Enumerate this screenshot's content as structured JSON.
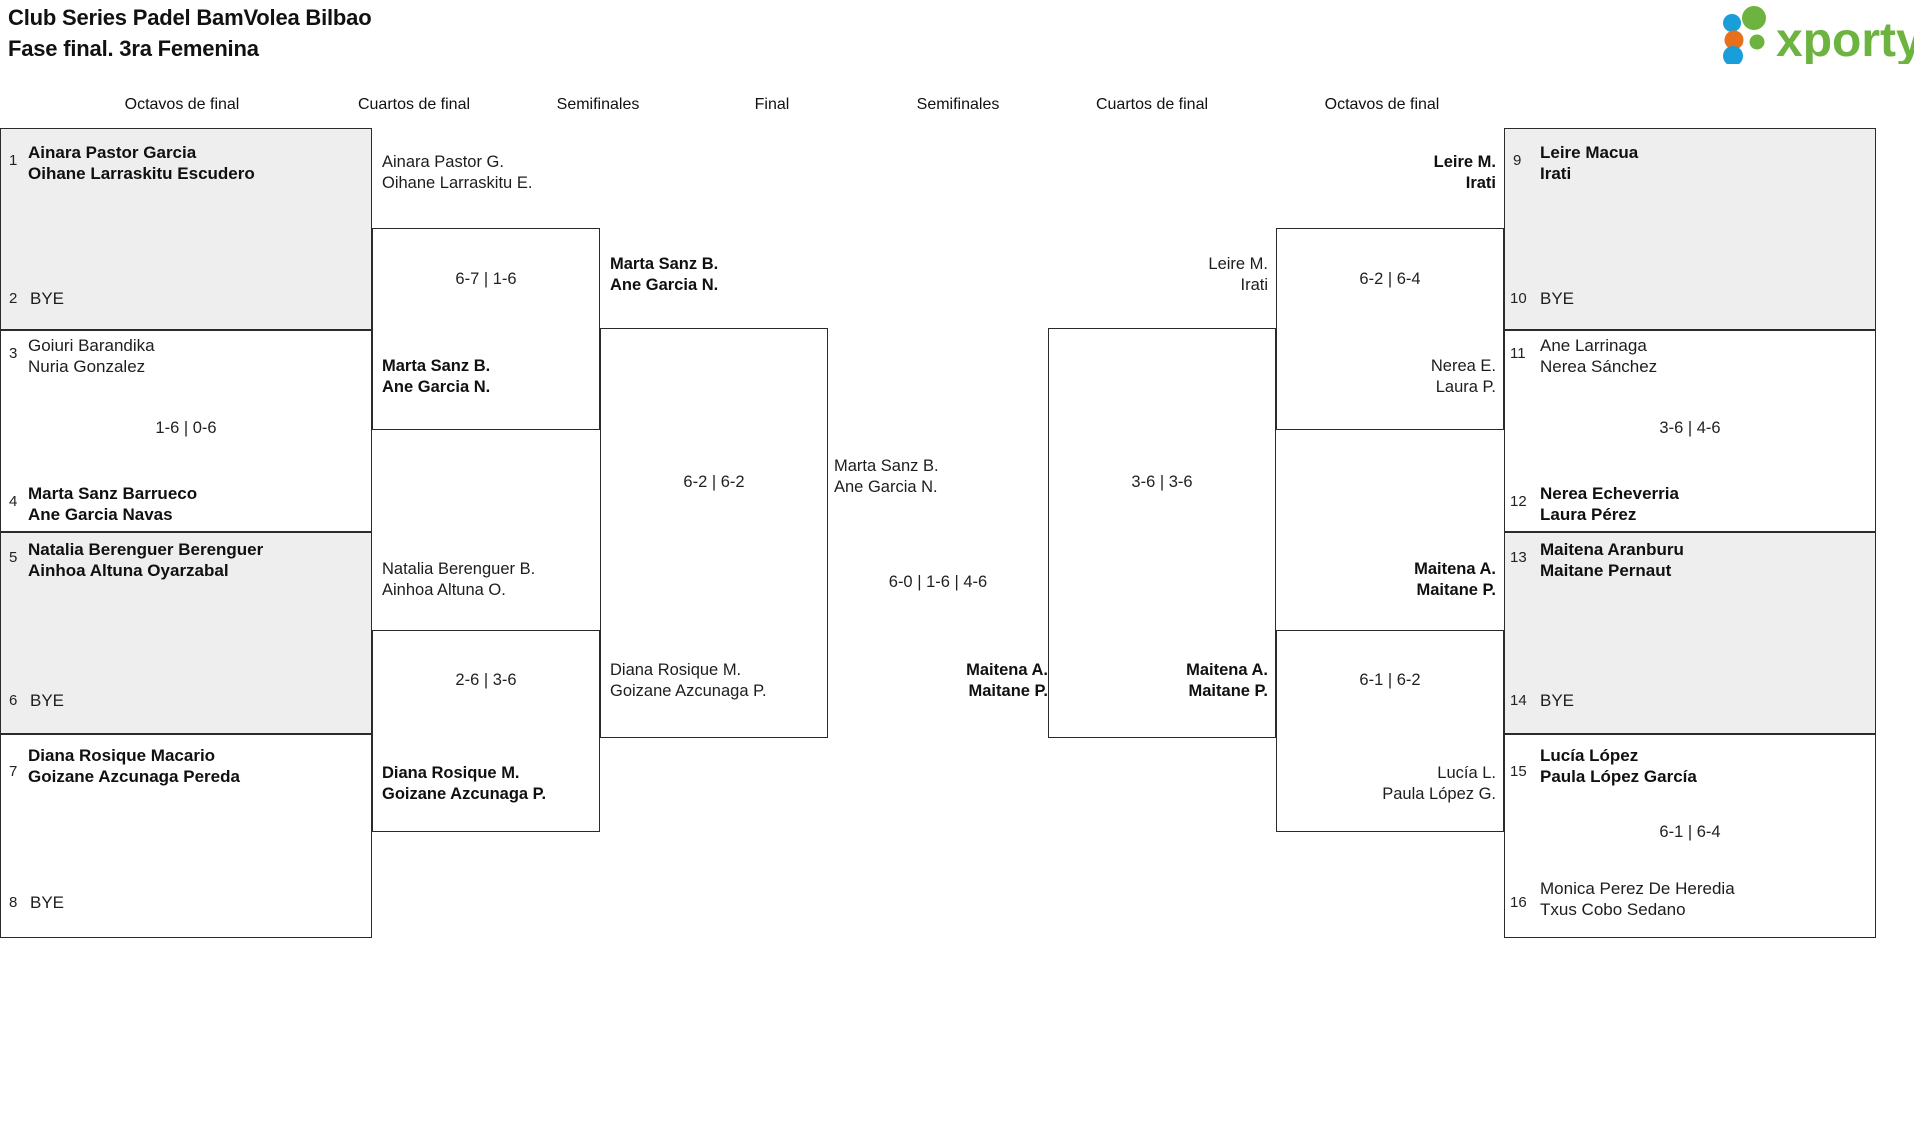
{
  "header": {
    "title": "Club Series Padel BamVolea Bilbao",
    "subtitle": "Fase final. 3ra Femenina",
    "logo_text": "xporty",
    "logo_colors": {
      "green": "#6cb33f",
      "orange": "#e8701a",
      "blue": "#1a9ed9"
    }
  },
  "round_headers": {
    "l1": "Octavos de final",
    "l2": "Cuartos de final",
    "l3": "Semifinales",
    "center": "Final",
    "r3": "Semifinales",
    "r2": "Cuartos de final",
    "r1": "Octavos de final"
  },
  "labels": {
    "bye": "BYE"
  },
  "left_r16": [
    {
      "seed": "1",
      "line1": "Ainara Pastor Garcia",
      "line2": "Oihane Larraskitu Escudero",
      "winner": true,
      "shaded": true
    },
    {
      "seed": "2",
      "line1": "BYE",
      "line2": "",
      "winner": false,
      "shaded": true
    },
    {
      "seed": "3",
      "line1": "Goiuri Barandika",
      "line2": "Nuria Gonzalez",
      "winner": false,
      "shaded": false
    },
    {
      "seed": "4",
      "line1": "Marta Sanz Barrueco",
      "line2": "Ane Garcia Navas",
      "winner": true,
      "shaded": false
    },
    {
      "seed": "5",
      "line1": "Natalia Berenguer Berenguer",
      "line2": "Ainhoa Altuna Oyarzabal",
      "winner": true,
      "shaded": true
    },
    {
      "seed": "6",
      "line1": "BYE",
      "line2": "",
      "winner": false,
      "shaded": true
    },
    {
      "seed": "7",
      "line1": "Diana Rosique Macario",
      "line2": "Goizane Azcunaga Pereda",
      "winner": true,
      "shaded": false
    },
    {
      "seed": "8",
      "line1": "BYE",
      "line2": "",
      "winner": false,
      "shaded": false
    }
  ],
  "left_r16_scores": [
    "",
    "1-6 | 0-6",
    "",
    ""
  ],
  "left_qf": [
    {
      "top_l1": "Ainara Pastor G.",
      "top_l2": "Oihane Larraskitu E.",
      "top_win": false,
      "bot_l1": "Marta Sanz B.",
      "bot_l2": "Ane Garcia N.",
      "bot_win": true,
      "score": "6-7 | 1-6"
    },
    {
      "top_l1": "Natalia Berenguer B.",
      "top_l2": "Ainhoa Altuna O.",
      "top_win": false,
      "bot_l1": "Diana Rosique M.",
      "bot_l2": "Goizane Azcunaga P.",
      "bot_win": true,
      "score": "2-6 | 3-6"
    }
  ],
  "left_sf": {
    "top_l1": "Marta Sanz B.",
    "top_l2": "Ane Garcia N.",
    "top_win": true,
    "bot_l1": "Diana Rosique M.",
    "bot_l2": "Goizane Azcunaga P.",
    "bot_win": false,
    "score": "6-2 | 6-2"
  },
  "final": {
    "top_l1": "Marta Sanz B.",
    "top_l2": "Ane Garcia N.",
    "top_win": false,
    "bot_l1": "Maitena A.",
    "bot_l2": "Maitane P.",
    "bot_win": true,
    "score": "6-0 | 1-6 | 4-6"
  },
  "right_sf": {
    "top_l1": "Leire M.",
    "top_l2": "Irati",
    "top_win": false,
    "bot_l1": "Maitena A.",
    "bot_l2": "Maitane P.",
    "bot_win": true,
    "score": "3-6 | 3-6"
  },
  "right_qf": [
    {
      "top_l1": "Leire M.",
      "top_l2": "Irati",
      "top_win": true,
      "bot_l1": "Nerea E.",
      "bot_l2": "Laura P.",
      "bot_win": false,
      "score": "6-2 | 6-4"
    },
    {
      "top_l1": "Maitena A.",
      "top_l2": "Maitane P.",
      "top_win": true,
      "bot_l1": "Lucía L.",
      "bot_l2": "Paula López G.",
      "bot_win": false,
      "score": "6-1 | 6-2"
    }
  ],
  "right_r16": [
    {
      "seed": "9",
      "line1": "Leire Macua",
      "line2": "Irati",
      "winner": true,
      "shaded": true
    },
    {
      "seed": "10",
      "line1": "BYE",
      "line2": "",
      "winner": false,
      "shaded": true
    },
    {
      "seed": "11",
      "line1": "Ane Larrinaga",
      "line2": "Nerea Sánchez",
      "winner": false,
      "shaded": false
    },
    {
      "seed": "12",
      "line1": "Nerea Echeverria",
      "line2": "Laura Pérez",
      "winner": true,
      "shaded": false
    },
    {
      "seed": "13",
      "line1": "Maitena Aranburu",
      "line2": "Maitane Pernaut",
      "winner": true,
      "shaded": true
    },
    {
      "seed": "14",
      "line1": "BYE",
      "line2": "",
      "winner": false,
      "shaded": true
    },
    {
      "seed": "15",
      "line1": "Lucía López",
      "line2": "Paula López García",
      "winner": true,
      "shaded": false
    },
    {
      "seed": "16",
      "line1": "Monica Perez De Heredia",
      "line2": "Txus Cobo Sedano",
      "winner": false,
      "shaded": false
    }
  ],
  "right_r16_scores": [
    "",
    "3-6 | 4-6",
    "",
    "6-1 | 6-4"
  ]
}
